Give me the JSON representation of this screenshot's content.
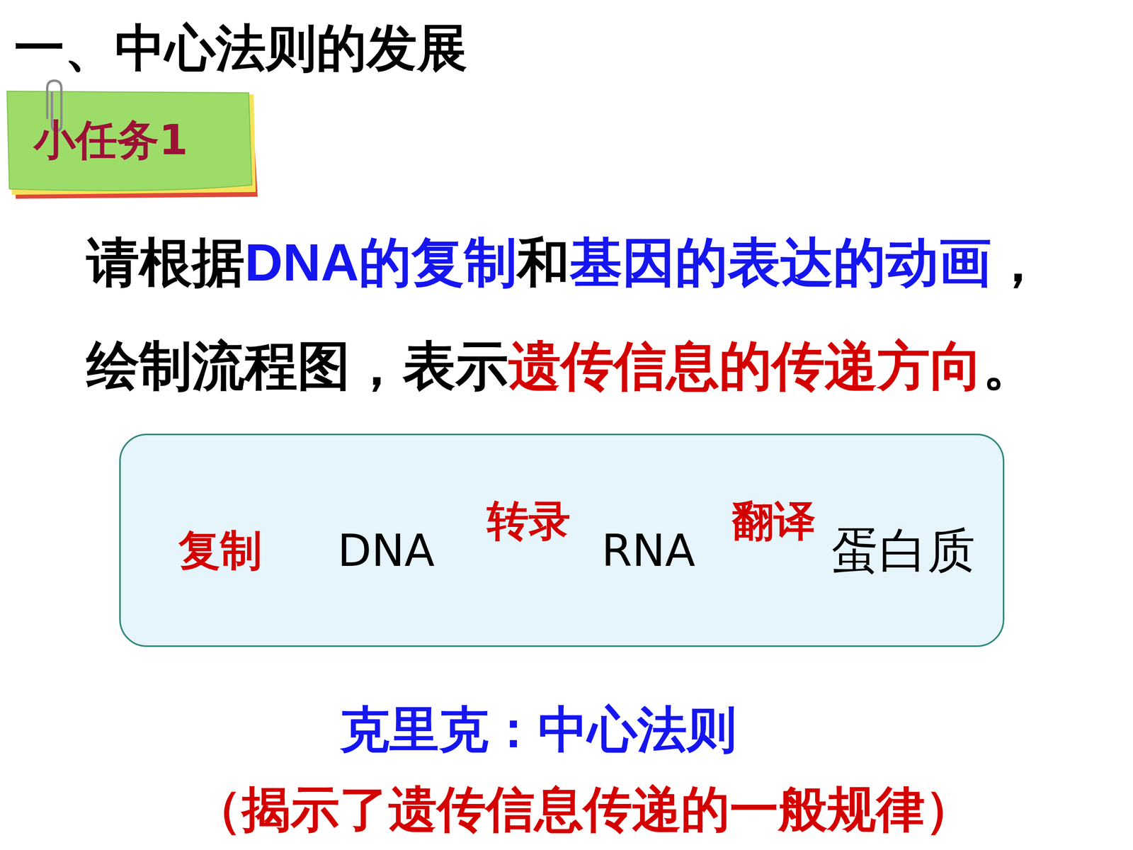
{
  "diagram": {
    "title": "一、中心法则的发展",
    "nodes": [
      {
        "text": [
          "小任务1"
        ]
      },
      {
        "text": []
      },
      {
        "text": [
          "DNA"
        ],
        "in": 1
      },
      {
        "text": [
          "RNA"
        ],
        "in": 1
      },
      {
        "text": [
          "蛋白质"
        ],
        "in": 1
      }
    ],
    "edges": [
      {
        "from": 2,
        "to": 2,
        "label": "复制",
        "arrow": "to"
      },
      {
        "from": 2,
        "to": 3,
        "label": "转录",
        "arrow": "to"
      },
      {
        "from": 3,
        "to": 4,
        "label": "翻译",
        "arrow": "to"
      }
    ],
    "labels": [
      "请根据",
      "DNA的复制",
      "和",
      "基因的表达的动画",
      "，",
      "绘制流程图，表示",
      "遗传信息的传递方向",
      "。",
      "克里克：中心法则",
      "（揭示了遗传信息传递的一般规律）"
    ]
  }
}
